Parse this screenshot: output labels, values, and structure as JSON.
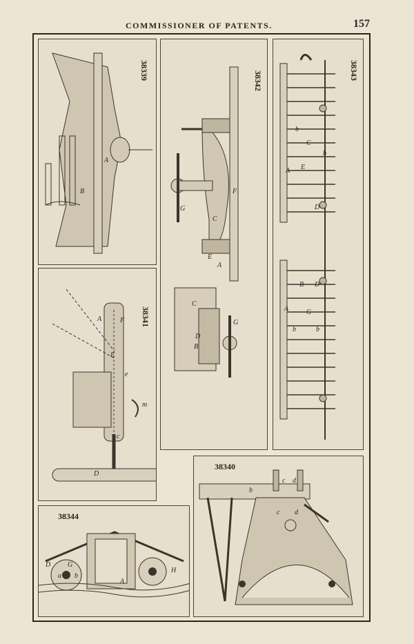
{
  "header": {
    "title": "COMMISSIONER OF PATENTS.",
    "page_number": "157"
  },
  "figures": {
    "f38339": {
      "number": "38339",
      "labels": [
        "A",
        "B"
      ]
    },
    "f38342": {
      "number": "38342",
      "labels": [
        "F",
        "C",
        "G",
        "E",
        "A",
        "C",
        "G",
        "D",
        "B"
      ]
    },
    "f38343": {
      "number": "38343",
      "labels": [
        "b",
        "C",
        "b",
        "E",
        "A",
        "D",
        "D",
        "B",
        "A",
        "G",
        "b",
        "b"
      ]
    },
    "f38341": {
      "number": "38341",
      "labels": [
        "F",
        "A",
        "E",
        "e",
        "m",
        "c",
        "D"
      ]
    },
    "f38340": {
      "number": "38340",
      "labels": [
        "b",
        "c",
        "d",
        "c",
        "d"
      ]
    },
    "f38344": {
      "number": "38344",
      "labels": [
        "D",
        "a",
        "G",
        "b",
        "A",
        "H"
      ]
    }
  }
}
